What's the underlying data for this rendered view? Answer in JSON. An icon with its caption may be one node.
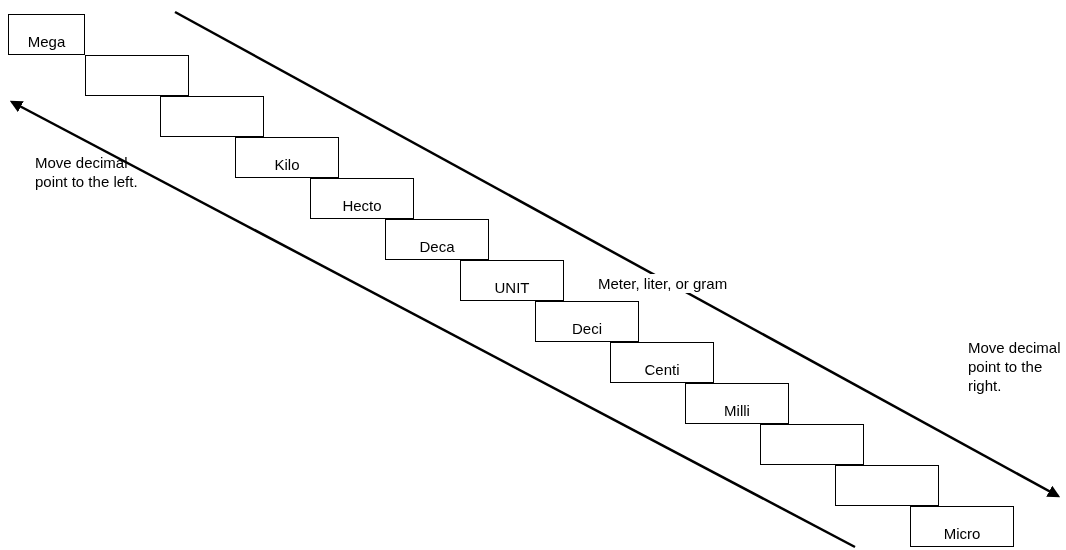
{
  "diagram": {
    "nodes": [
      {
        "text": [
          "Mega"
        ]
      },
      {
        "text": [],
        "shape": "box"
      },
      {
        "text": [],
        "shape": "box"
      },
      {
        "text": [
          "Kilo"
        ]
      },
      {
        "text": [
          "Hecto"
        ]
      },
      {
        "text": [
          "Deca"
        ]
      },
      {
        "text": [
          "UNIT"
        ]
      },
      {
        "text": [
          "Deci"
        ]
      },
      {
        "text": [
          "Centi"
        ]
      },
      {
        "text": [
          "Milli"
        ]
      },
      {
        "text": [],
        "shape": "box"
      },
      {
        "text": [],
        "shape": "box"
      },
      {
        "text": [
          "Micro"
        ]
      }
    ],
    "labels": [
      "Move decimal point to the left.",
      "Meter, liter, or gram",
      "Move decimal point to the right."
    ]
  }
}
